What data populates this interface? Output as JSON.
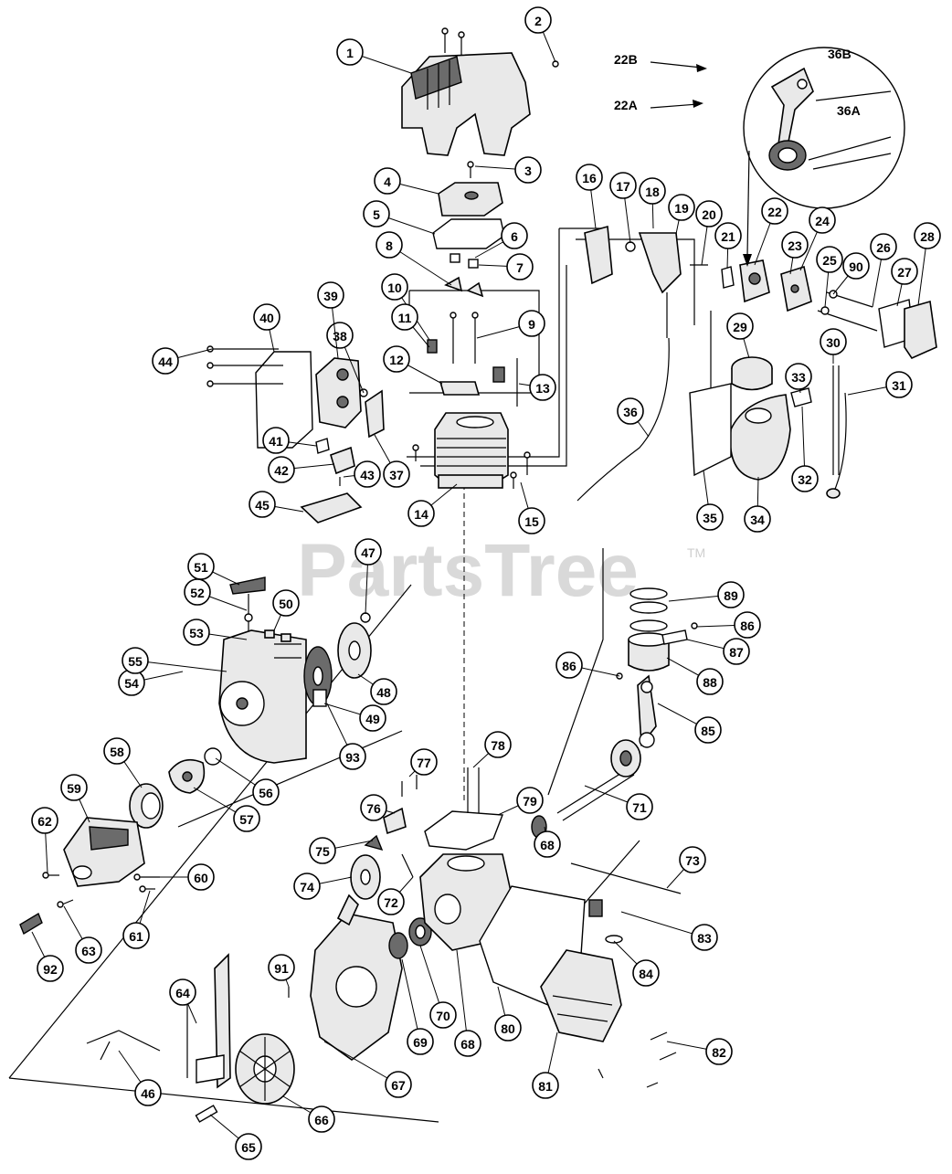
{
  "watermark": "PartsTree",
  "watermark_mark": "TM",
  "arrow_labels": {
    "a": "22B",
    "b": "22A"
  },
  "inset_labels": {
    "a": "36B",
    "b": "36A"
  },
  "callouts": [
    "1",
    "2",
    "3",
    "4",
    "5",
    "6",
    "7",
    "8",
    "9",
    "10",
    "11",
    "12",
    "13",
    "14",
    "15",
    "16",
    "17",
    "18",
    "19",
    "20",
    "21",
    "22",
    "23",
    "24",
    "25",
    "26",
    "27",
    "28",
    "29",
    "30",
    "31",
    "32",
    "33",
    "34",
    "35",
    "36",
    "37",
    "38",
    "39",
    "40",
    "41",
    "42",
    "43",
    "44",
    "45",
    "46",
    "47",
    "48",
    "49",
    "50",
    "51",
    "52",
    "53",
    "54",
    "55",
    "56",
    "57",
    "58",
    "59",
    "60",
    "61",
    "62",
    "63",
    "64",
    "65",
    "66",
    "67",
    "68",
    "68",
    "69",
    "70",
    "71",
    "72",
    "73",
    "74",
    "75",
    "76",
    "77",
    "78",
    "79",
    "80",
    "81",
    "82",
    "83",
    "84",
    "85",
    "86",
    "86",
    "87",
    "88",
    "89",
    "90",
    "91",
    "92",
    "93"
  ]
}
